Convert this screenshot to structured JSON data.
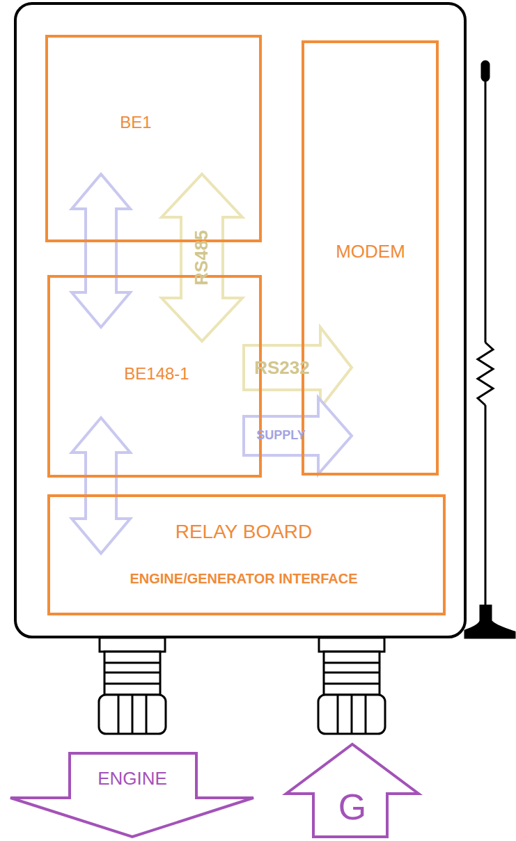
{
  "diagram": {
    "nodes": [
      {
        "text": [
          "BE1"
        ]
      },
      {
        "text": [
          "MODEM"
        ]
      },
      {
        "text": [
          "BE148-1"
        ]
      },
      {
        "text": [
          "RELAY BOARD",
          "ENGINE/GENERATOR INTERFACE"
        ]
      },
      {
        "text": [
          "ENGINE"
        ]
      },
      {
        "text": [
          "G"
        ]
      }
    ],
    "edges": [
      {
        "from": 0,
        "to": 2,
        "arrow": "both"
      },
      {
        "from": 0,
        "to": 2,
        "label": "RS485",
        "arrow": "both"
      },
      {
        "from": 2,
        "to": 1,
        "label": "RS232",
        "arrow": "to"
      },
      {
        "from": 2,
        "to": 1,
        "label": "SUPPLY",
        "arrow": "to"
      },
      {
        "from": 2,
        "to": 3,
        "arrow": "both"
      }
    ]
  }
}
